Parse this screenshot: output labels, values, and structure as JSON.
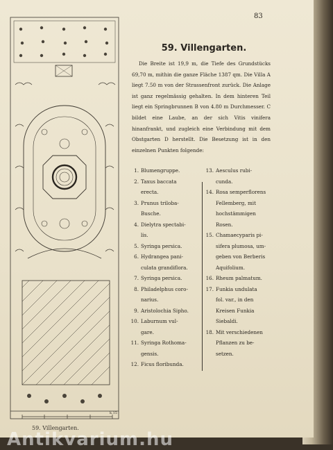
{
  "page_number": "83",
  "heading": "59. Villengarten.",
  "intro_text": "Die Breite ist 19,9 m, die Tiefe des Grundstücks 69,70 m, mithin die ganze Fläche 1387 qm. Die Villa A liegt 7.50 m von der Strassenfront zurück. Die Anlage ist ganz regelmässig gehalten. In dem hinteren Teil liegt ein Springbrunnen B von 4.80 m Durchmesser. C bildet eine Laube, an der sich Vitis vinifera hinanfrankt, und zugleich eine Verbindung mit dem Obstgarten D herstellt. Die Besetzung ist in den einzelnen Punkten folgende:",
  "plants_left": [
    {
      "num": "1.",
      "lines": [
        "Blumengruppe."
      ]
    },
    {
      "num": "2.",
      "lines": [
        "Taxus baccata",
        "erecta."
      ]
    },
    {
      "num": "3.",
      "lines": [
        "Prunus triloba-",
        "Busche."
      ]
    },
    {
      "num": "4.",
      "lines": [
        "Dielytra spectabi-",
        "lis."
      ]
    },
    {
      "num": "5.",
      "lines": [
        "Syringa persica."
      ]
    },
    {
      "num": "6.",
      "lines": [
        "Hydrangea pani-",
        "culata grandiflora."
      ]
    },
    {
      "num": "7.",
      "lines": [
        "Syringa persica."
      ]
    },
    {
      "num": "8.",
      "lines": [
        "Philadelphus coro-",
        "narius."
      ]
    },
    {
      "num": "9.",
      "lines": [
        "Aristolochia Sipho."
      ]
    },
    {
      "num": "10.",
      "lines": [
        "Laburnum vul-",
        "gare."
      ]
    },
    {
      "num": "11.",
      "lines": [
        "Syringa Rothoma-",
        "gensis."
      ]
    },
    {
      "num": "12.",
      "lines": [
        "Ficus floribunda."
      ]
    }
  ],
  "plants_right": [
    {
      "num": "13.",
      "lines": [
        "Aesculus rubi-",
        "cunda."
      ]
    },
    {
      "num": "14.",
      "lines": [
        "Rosa semperflorens",
        "Fellemberg, mit",
        "hochstämmigen",
        "Rosen."
      ]
    },
    {
      "num": "15.",
      "lines": [
        "Chamaecyparis pi-",
        "sifera plumosa, um-",
        "geben von Berberis",
        "Aquifolium."
      ]
    },
    {
      "num": "16.",
      "lines": [
        "Rheum palmatum."
      ]
    },
    {
      "num": "17.",
      "lines": [
        "Funkia undulata",
        "fol. var., in den",
        "Kreisen Funkia",
        "Siebaldi."
      ]
    },
    {
      "num": "18.",
      "lines": [
        "Mit verschiedenen",
        "Pflanzen zu be-",
        "setzen."
      ]
    }
  ],
  "plan": {
    "caption": "59. Villengarten.",
    "scale_label": "k.15"
  },
  "watermark": "Antikvarium.hu",
  "colors": {
    "paper": "#ebe3cc",
    "ink": "#2a2620",
    "background": "#3a3228"
  }
}
